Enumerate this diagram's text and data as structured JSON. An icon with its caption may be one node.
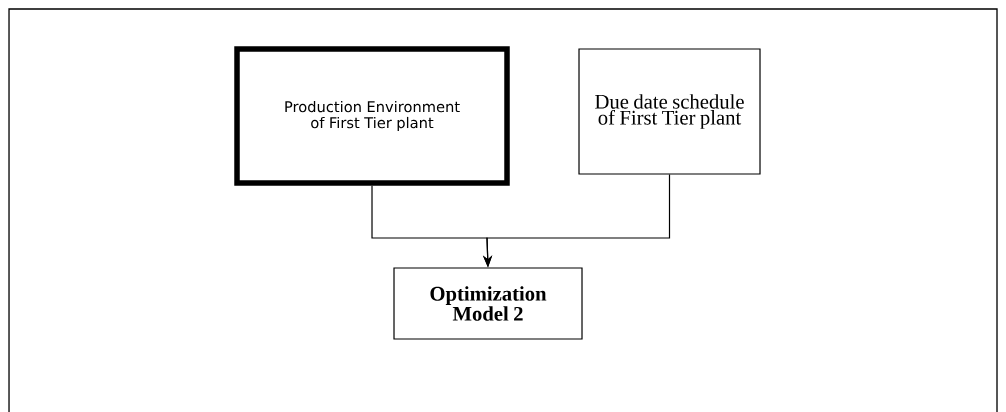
{
  "diagram": {
    "nodes": [
      {
        "text": [
          "Production Environment of First Tier plant"
        ]
      },
      {
        "text": [
          "Due date schedule of First Tier plant"
        ]
      },
      {
        "text": [
          "Optimization Model 2"
        ]
      }
    ],
    "edges": [
      {
        "from": 0,
        "to": 2,
        "arrow": "to"
      },
      {
        "from": 1,
        "to": 2,
        "arrow": "to"
      }
    ]
  }
}
